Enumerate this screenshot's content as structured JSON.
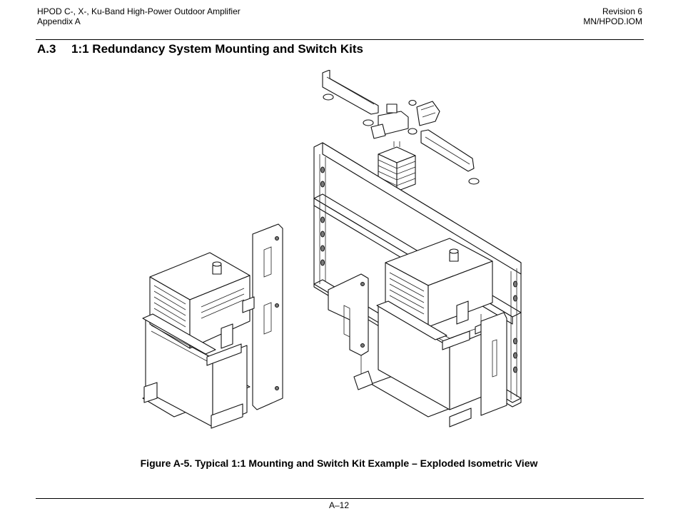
{
  "header": {
    "title_line1": "HPOD C-, X-, Ku-Band High-Power Outdoor Amplifier",
    "title_line2": "Appendix A",
    "revision": "Revision 6",
    "doc_number": "MN/HPOD.IOM"
  },
  "section": {
    "number": "A.3",
    "title": "1:1 Redundancy System Mounting and Switch Kits"
  },
  "figure": {
    "caption": "Figure A-5. Typical 1:1 Mounting and Switch Kit Example – Exploded Isometric View"
  },
  "footer": {
    "page": "A–12"
  }
}
